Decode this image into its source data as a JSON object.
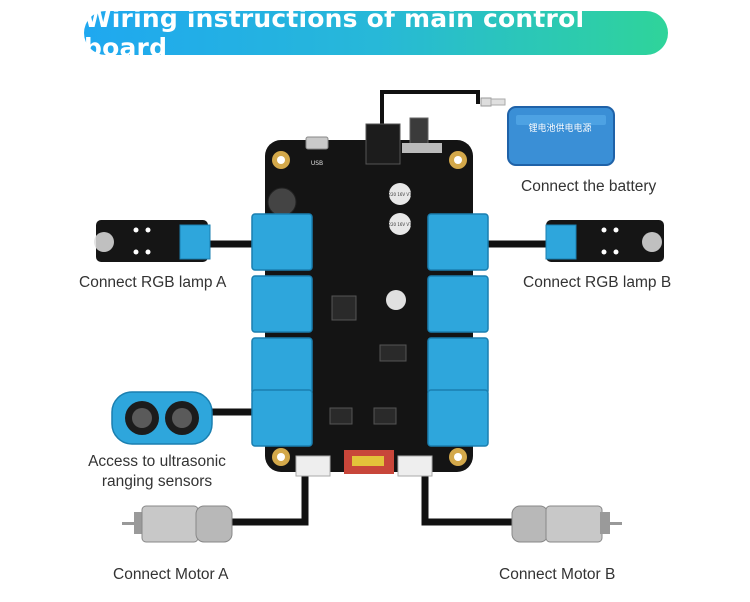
{
  "title": "Wiring instructions of main control board",
  "labels": {
    "battery": "Connect the battery",
    "rgb_a": "Connect RGB lamp A",
    "rgb_b": "Connect RGB lamp B",
    "ultrasonic_line1": "Access to ultrasonic",
    "ultrasonic_line2": "ranging sensors",
    "motor_a": "Connect Motor A",
    "motor_b": "Connect Motor B"
  },
  "board_text": {
    "usb": "USB",
    "battery_pack": "锂电池供电电源",
    "cap_a": "220 16V VT",
    "cap_b": "220 16V VT"
  },
  "colors": {
    "banner_start": "#1fa8f0",
    "banner_end": "#2fd49a",
    "board": "#141414",
    "connector": "#2ea6dc",
    "battery": "#3a8fd6",
    "wire": "#111111"
  }
}
